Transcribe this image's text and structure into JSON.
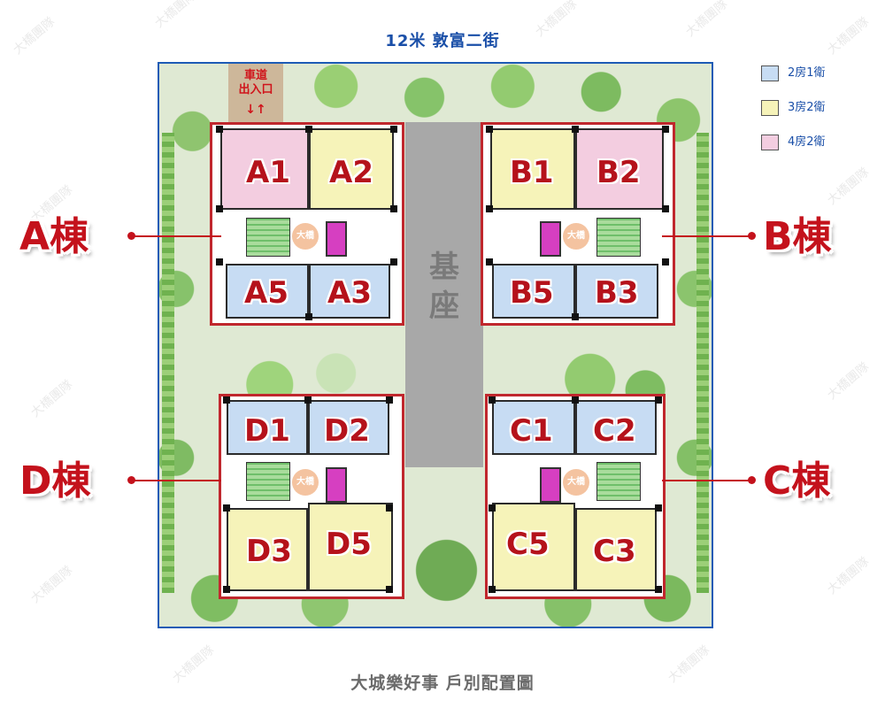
{
  "street_title": "12米 敦富二街",
  "caption": "大城樂好事 戶別配置圖",
  "watermark": "大橋團隊",
  "core_mark": "大橋",
  "entrance": {
    "line1": "車道",
    "line2": "出入口",
    "arrows": "↓↑"
  },
  "base_label": {
    "line1": "基",
    "line2": "座"
  },
  "legend": [
    {
      "label": "2房1衛",
      "color": "#c7dcf3"
    },
    {
      "label": "3房2衛",
      "color": "#f6f3b9"
    },
    {
      "label": "4房2衛",
      "color": "#f3cde0"
    }
  ],
  "buildings": {
    "A": {
      "name": "A棟",
      "units": [
        "A1",
        "A2",
        "A5",
        "A3"
      ]
    },
    "B": {
      "name": "B棟",
      "units": [
        "B1",
        "B2",
        "B5",
        "B3"
      ]
    },
    "C": {
      "name": "C棟",
      "units": [
        "C1",
        "C2",
        "C5",
        "C3"
      ]
    },
    "D": {
      "name": "D棟",
      "units": [
        "D1",
        "D2",
        "D3",
        "D5"
      ]
    }
  }
}
